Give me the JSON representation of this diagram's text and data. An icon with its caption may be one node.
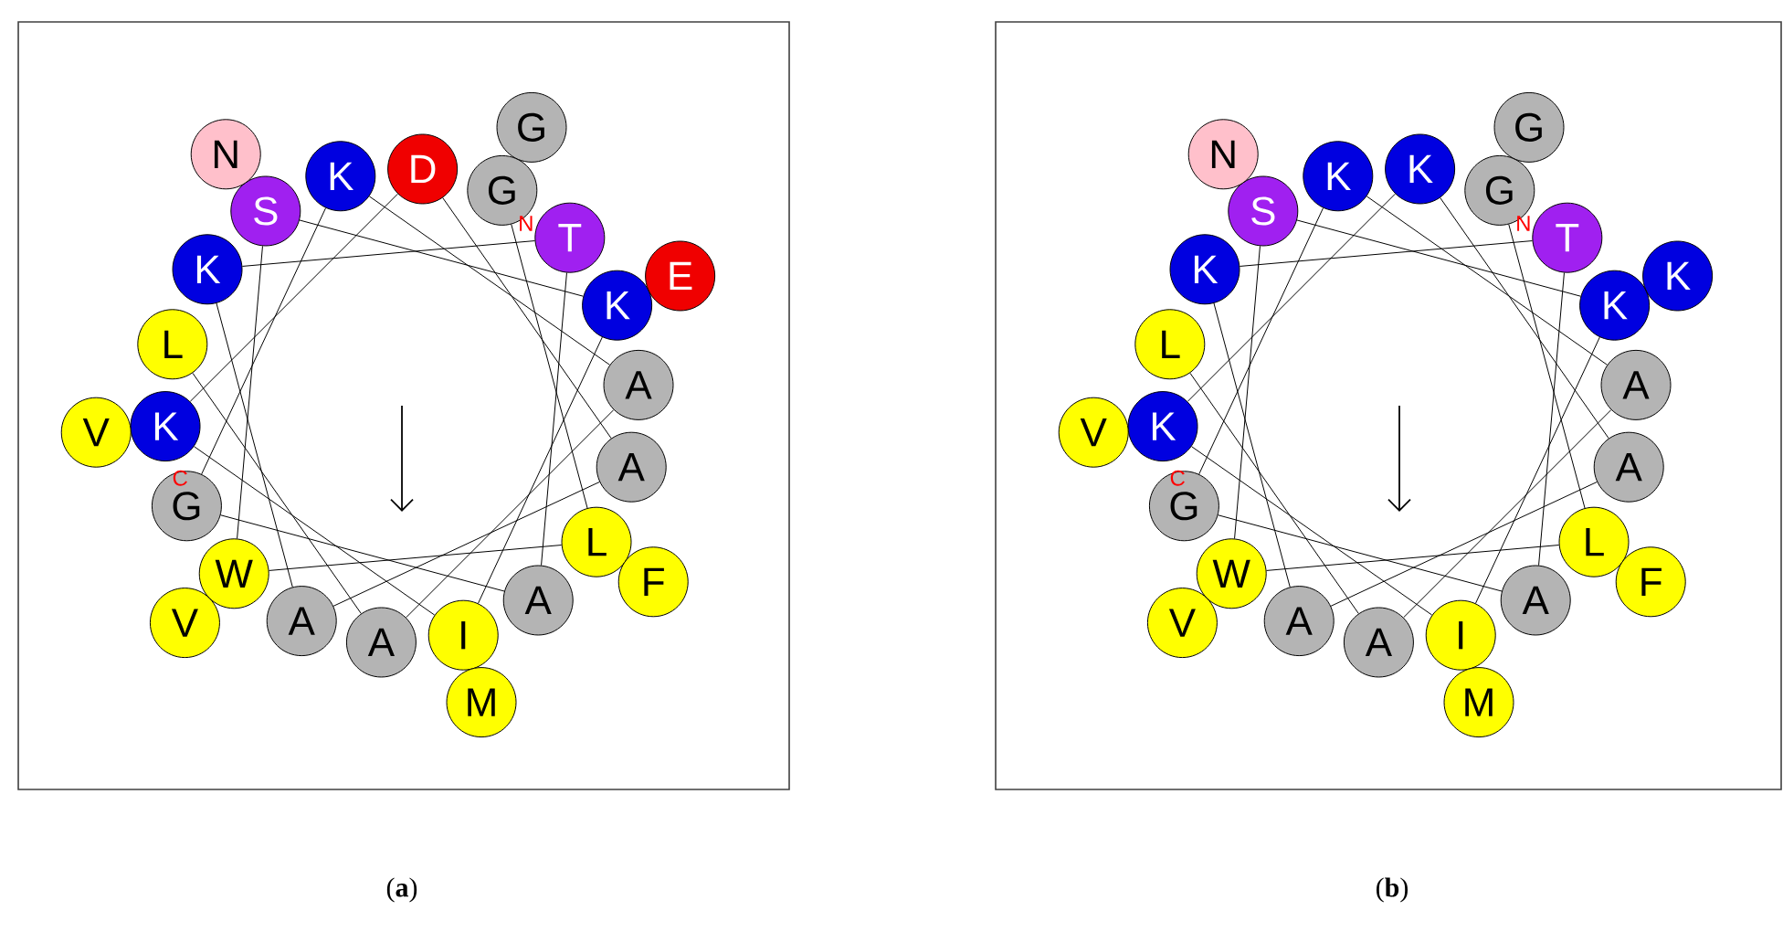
{
  "diagram": {
    "nodes": [
      {
        "text": [
          "G"
        ]
      },
      {
        "text": [
          "L"
        ]
      },
      {
        "text": [
          "W"
        ]
      },
      {
        "text": [
          "S"
        ]
      },
      {
        "text": [
          "K"
        ]
      },
      {
        "text": [
          "I"
        ]
      },
      {
        "text": [
          "K"
        ]
      },
      {
        "text": [
          "D"
        ]
      },
      {
        "text": [
          "A"
        ]
      },
      {
        "text": [
          "A"
        ]
      },
      {
        "text": [
          "K"
        ]
      },
      {
        "text": [
          "T"
        ]
      },
      {
        "text": [
          "A"
        ]
      },
      {
        "text": [
          "G"
        ]
      },
      {
        "text": [
          "K"
        ]
      },
      {
        "text": [
          "A"
        ]
      },
      {
        "text": [
          "A"
        ]
      },
      {
        "text": [
          "L"
        ]
      },
      {
        "text": [
          "G"
        ]
      },
      {
        "text": [
          "F"
        ]
      },
      {
        "text": [
          "V"
        ]
      },
      {
        "text": [
          "N"
        ]
      },
      {
        "text": [
          "E"
        ]
      },
      {
        "text": [
          "M"
        ]
      },
      {
        "text": [
          "V"
        ]
      },
      {
        "text": [
          "G"
        ]
      },
      {
        "text": [
          "L"
        ]
      },
      {
        "text": [
          "W"
        ]
      },
      {
        "text": [
          "S"
        ]
      },
      {
        "text": [
          "K"
        ]
      },
      {
        "text": [
          "I"
        ]
      },
      {
        "text": [
          "K"
        ]
      },
      {
        "text": [
          "K"
        ]
      },
      {
        "text": [
          "A"
        ]
      },
      {
        "text": [
          "A"
        ]
      },
      {
        "text": [
          "K"
        ]
      },
      {
        "text": [
          "T"
        ]
      },
      {
        "text": [
          "A"
        ]
      },
      {
        "text": [
          "G"
        ]
      },
      {
        "text": [
          "K"
        ]
      },
      {
        "text": [
          "A"
        ]
      },
      {
        "text": [
          "A"
        ]
      },
      {
        "text": [
          "L"
        ]
      },
      {
        "text": [
          "G"
        ]
      },
      {
        "text": [
          "F"
        ]
      },
      {
        "text": [
          "V"
        ]
      },
      {
        "text": [
          "N"
        ]
      },
      {
        "text": [
          "K"
        ]
      },
      {
        "text": [
          "M"
        ]
      },
      {
        "text": [
          "V"
        ]
      }
    ],
    "edges": [
      {
        "from": 0,
        "to": 1,
        "arrow": "none"
      },
      {
        "from": 1,
        "to": 2,
        "arrow": "none"
      },
      {
        "from": 2,
        "to": 3,
        "arrow": "none"
      },
      {
        "from": 3,
        "to": 4,
        "arrow": "none"
      },
      {
        "from": 4,
        "to": 5,
        "arrow": "none"
      },
      {
        "from": 5,
        "to": 6,
        "arrow": "none"
      },
      {
        "from": 6,
        "to": 7,
        "arrow": "none"
      },
      {
        "from": 7,
        "to": 8,
        "arrow": "none"
      },
      {
        "from": 8,
        "to": 9,
        "arrow": "none"
      },
      {
        "from": 9,
        "to": 10,
        "arrow": "none"
      },
      {
        "from": 10,
        "to": 11,
        "arrow": "none"
      },
      {
        "from": 11,
        "to": 12,
        "arrow": "none"
      },
      {
        "from": 12,
        "to": 13,
        "arrow": "none"
      },
      {
        "from": 13,
        "to": 14,
        "arrow": "none"
      },
      {
        "from": 14,
        "to": 15,
        "arrow": "none"
      },
      {
        "from": 15,
        "to": 16,
        "arrow": "none"
      },
      {
        "from": 16,
        "to": 17,
        "arrow": "none"
      },
      {
        "from": 25,
        "to": 26,
        "arrow": "none"
      },
      {
        "from": 26,
        "to": 27,
        "arrow": "none"
      },
      {
        "from": 27,
        "to": 28,
        "arrow": "none"
      },
      {
        "from": 28,
        "to": 29,
        "arrow": "none"
      },
      {
        "from": 29,
        "to": 30,
        "arrow": "none"
      },
      {
        "from": 30,
        "to": 31,
        "arrow": "none"
      },
      {
        "from": 31,
        "to": 32,
        "arrow": "none"
      },
      {
        "from": 32,
        "to": 33,
        "arrow": "none"
      },
      {
        "from": 33,
        "to": 34,
        "arrow": "none"
      },
      {
        "from": 34,
        "to": 35,
        "arrow": "none"
      },
      {
        "from": 35,
        "to": 36,
        "arrow": "none"
      },
      {
        "from": 36,
        "to": 37,
        "arrow": "none"
      },
      {
        "from": 37,
        "to": 38,
        "arrow": "none"
      },
      {
        "from": 38,
        "to": 39,
        "arrow": "none"
      },
      {
        "from": 39,
        "to": 40,
        "arrow": "none"
      },
      {
        "from": 40,
        "to": 41,
        "arrow": "none"
      },
      {
        "from": 41,
        "to": 42,
        "arrow": "none"
      }
    ],
    "labels": [
      "N",
      "C",
      "N",
      "C",
      "(**a**)",
      "(**b**)"
    ]
  }
}
